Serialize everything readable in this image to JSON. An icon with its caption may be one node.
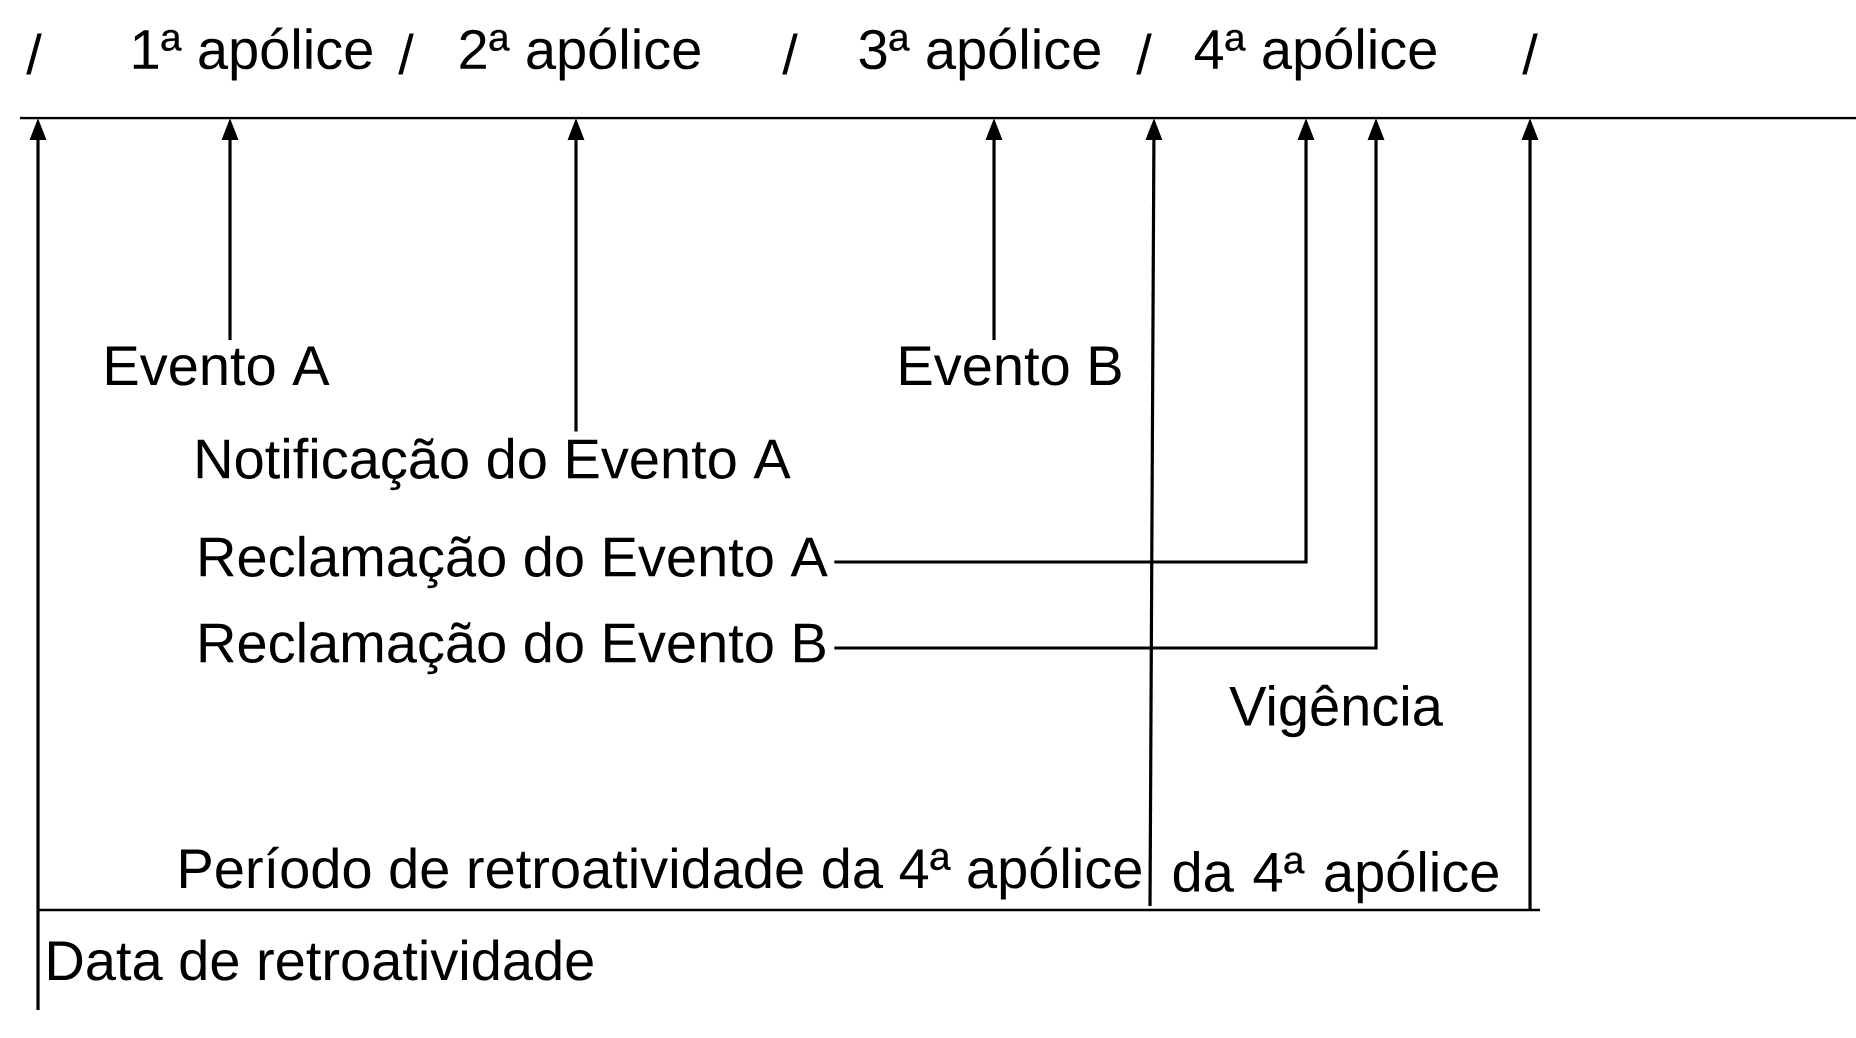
{
  "diagram": {
    "nodes": [
      {
        "text": [
          "Evento A"
        ]
      },
      {
        "text": [
          "Notificação do Evento A"
        ]
      },
      {
        "text": [
          "Evento B"
        ]
      },
      {
        "text": [
          "Reclamação do Evento A"
        ]
      },
      {
        "text": [
          "Reclamação do Evento B"
        ]
      },
      {
        "text": [
          "Período de retroatividade da 4ª apólice"
        ]
      },
      {
        "text": [
          "Vigência",
          "da 4ª apólice"
        ]
      },
      {
        "text": [
          "Data de retroatividade"
        ]
      }
    ],
    "edges": [
      {
        "from": 0,
        "to": null,
        "arrow": "to"
      },
      {
        "from": 1,
        "to": null,
        "arrow": "to"
      },
      {
        "from": 2,
        "to": null,
        "arrow": "to"
      },
      {
        "from": 3,
        "to": null,
        "arrow": "to"
      },
      {
        "from": 4,
        "to": null,
        "arrow": "to"
      },
      {
        "from": 5,
        "to": null,
        "arrow": "to"
      },
      {
        "from": 6,
        "to": null,
        "arrow": "to"
      },
      {
        "from": 7,
        "to": null,
        "arrow": "to"
      }
    ],
    "labels": [
      "/",
      "1ª apólice",
      "/",
      "2ª apólice",
      "/",
      "3ª apólice",
      "/",
      "4ª apólice",
      "/"
    ]
  }
}
